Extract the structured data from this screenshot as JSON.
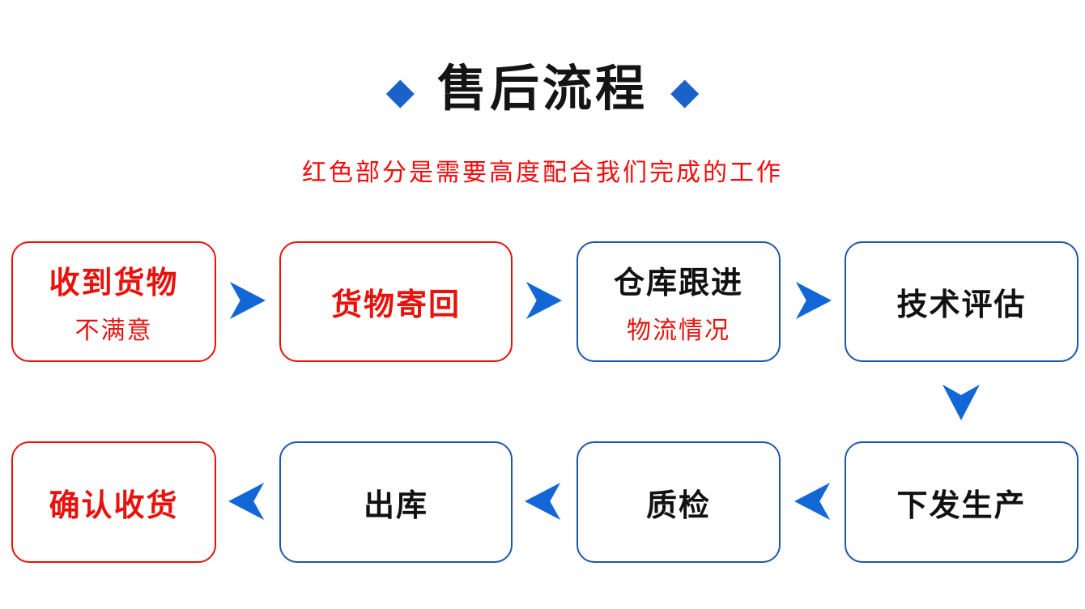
{
  "header": {
    "diamond_icon": "◆",
    "title": "售后流程",
    "subtitle": "红色部分是需要高度配合我们完成的工作"
  },
  "colors": {
    "red_accent": "#e8120c",
    "subtitle_red": "#f40b0b",
    "blue_border": "#1d57ac",
    "blue_arrow": "#1266d6",
    "diamond_blue": "#1b61ca",
    "title_black": "#141414",
    "background": "#ffffff"
  },
  "flow": {
    "top_row": [
      {
        "id": "goods-received",
        "line1": "收到货物",
        "line2": "不满意",
        "variant": "red"
      },
      {
        "id": "goods-returned",
        "line1": "货物寄回",
        "line2": "",
        "variant": "red"
      },
      {
        "id": "warehouse-follow-up",
        "line1": "仓库跟进",
        "line2": "物流情况",
        "variant": "blue"
      },
      {
        "id": "technical-evaluation",
        "line1": "技术评估",
        "line2": "",
        "variant": "blue"
      }
    ],
    "bottom_row": [
      {
        "id": "confirm-receipt",
        "line1": "确认收货",
        "line2": "",
        "variant": "red"
      },
      {
        "id": "outbound",
        "line1": "出库",
        "line2": "",
        "variant": "blue"
      },
      {
        "id": "quality-check",
        "line1": "质检",
        "line2": "",
        "variant": "blue"
      },
      {
        "id": "issue-production",
        "line1": "下发生产",
        "line2": "",
        "variant": "blue"
      }
    ],
    "direction_top": "left-to-right",
    "direction_bottom": "right-to-left"
  }
}
